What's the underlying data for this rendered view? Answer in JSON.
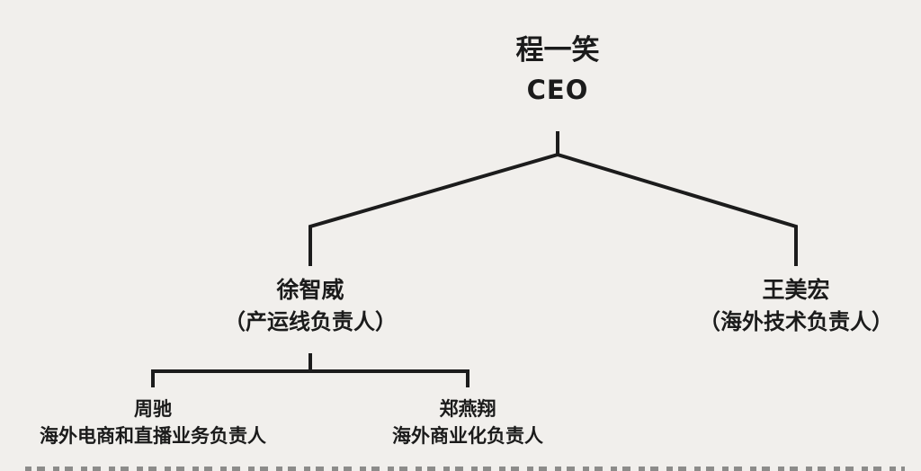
{
  "page": {
    "background_color": "#f1efec",
    "line_color": "#1c1c1c"
  },
  "org_chart": {
    "root": {
      "name": "程一笑",
      "title": "CEO"
    },
    "level2": [
      {
        "name": "徐智威",
        "title": "（产运线负责人）"
      },
      {
        "name": "王美宏",
        "title": "（海外技术负责人）"
      }
    ],
    "level3": [
      {
        "name": "周驰",
        "title": "海外电商和直播业务负责人"
      },
      {
        "name": "郑燕翔",
        "title": "海外商业化负责人"
      }
    ]
  }
}
